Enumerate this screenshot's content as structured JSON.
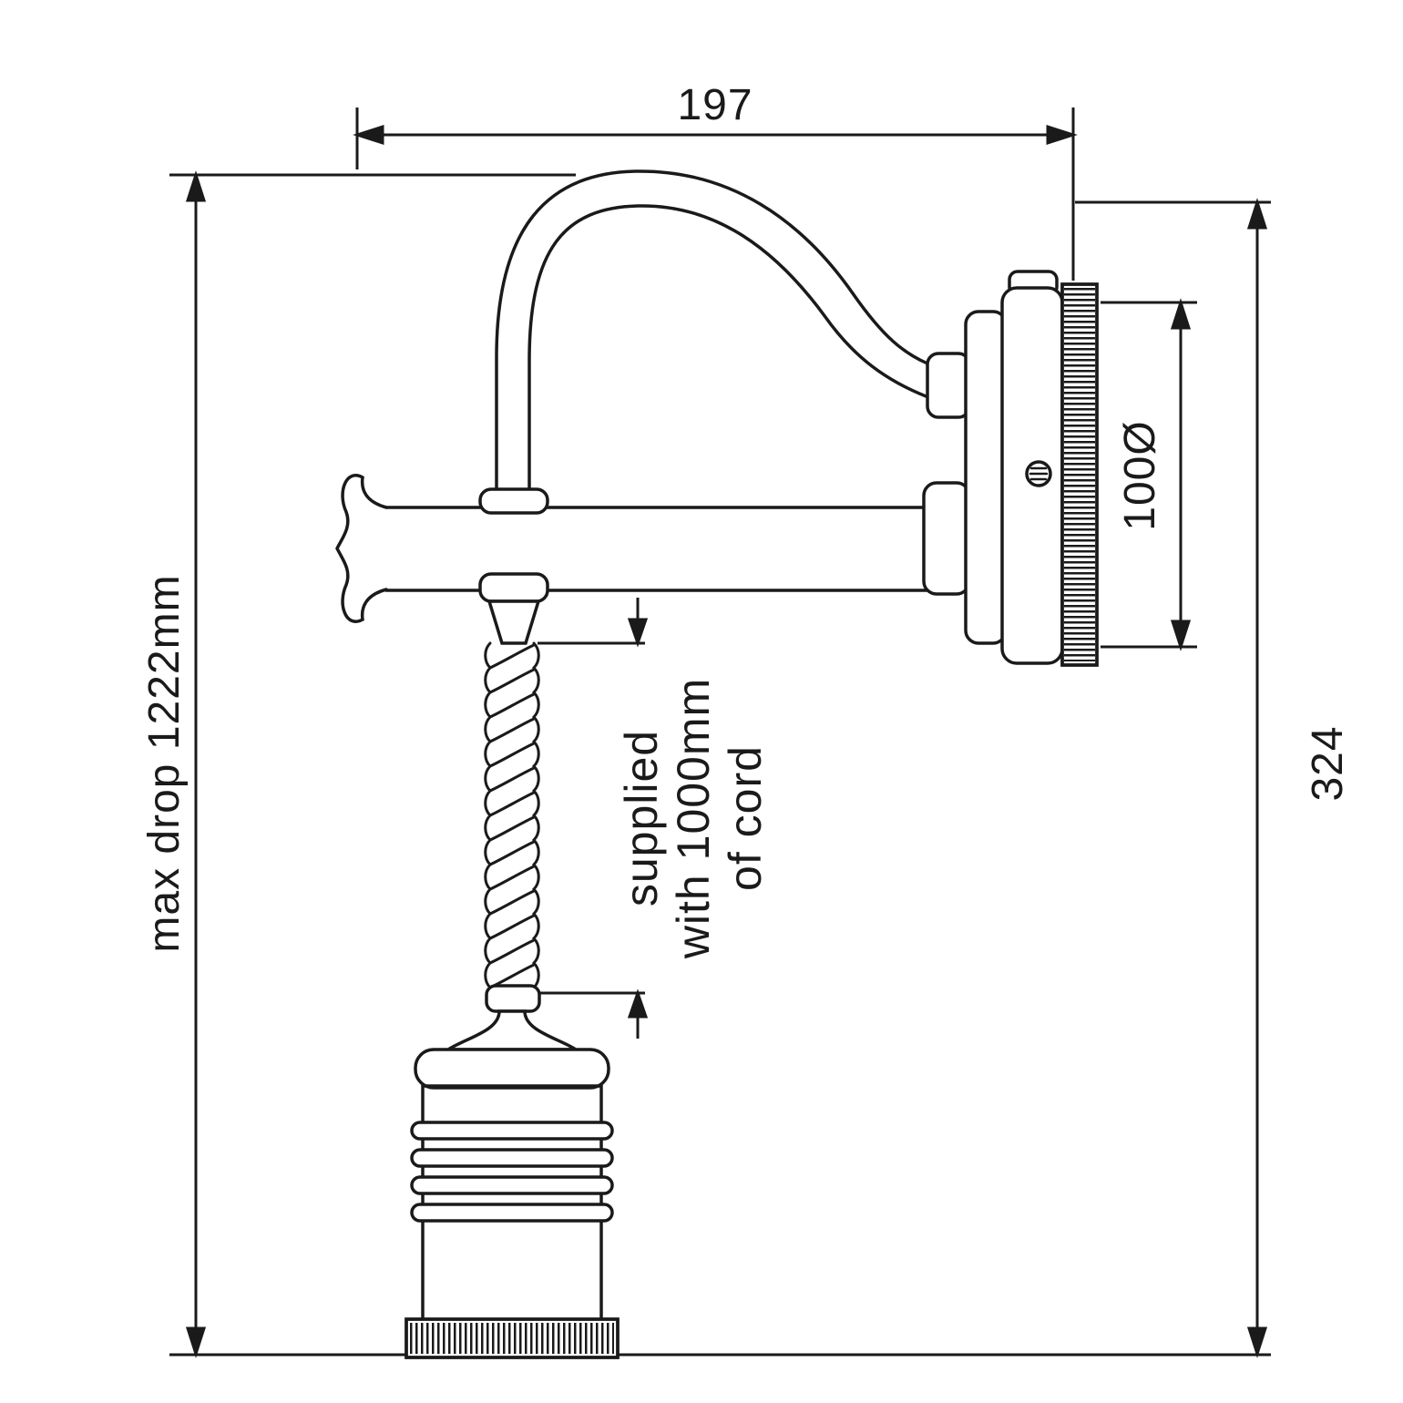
{
  "diagram": {
    "labels": {
      "width": "197",
      "max_drop": "max drop 1222mm",
      "side_height": "324",
      "diameter": "100Ø",
      "cord_note_lines": [
        "supplied",
        "with 1000mm",
        "of cord"
      ]
    },
    "colors": {
      "line": "#1a1a1a",
      "background": "#ffffff"
    }
  }
}
